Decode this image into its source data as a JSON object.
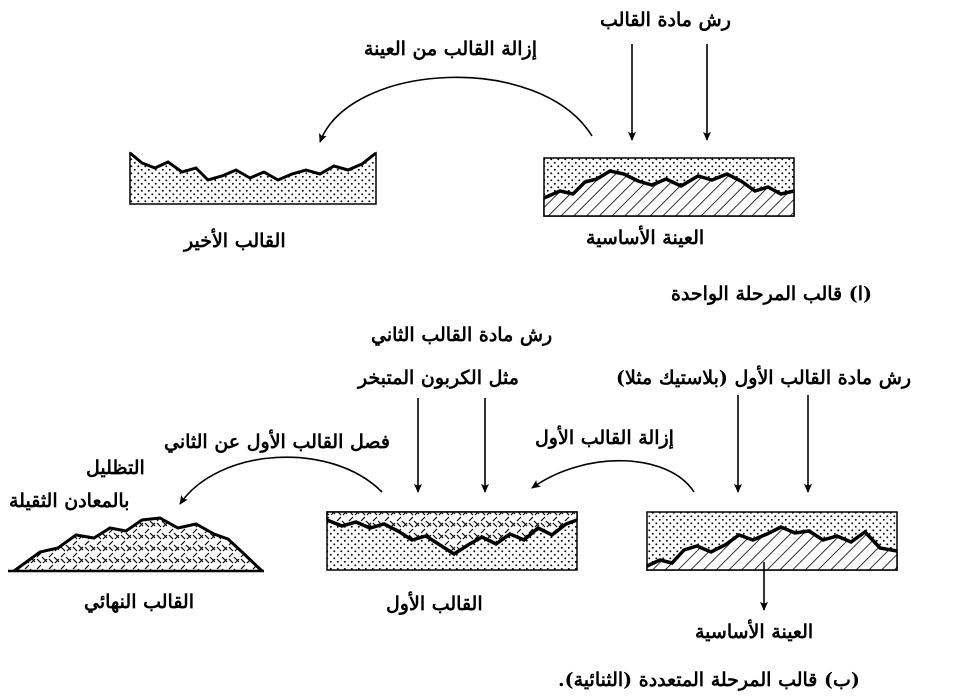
{
  "colors": {
    "ink": "#000000",
    "paper": "#ffffff"
  },
  "part_a": {
    "caption": "(ا) قالب المرحلة الواحدة",
    "spray_label": "رش مادة القالب",
    "remove_label": "إزالة القالب من العينة",
    "sample_label": "العينة الأساسية",
    "final_label": "القالب الأخير"
  },
  "part_b": {
    "caption": "(ب) قالب المرحلة المتعددة (الثنائية).",
    "spray_first_label": "رش مادة القالب الأول (بلاستيك مثلا)",
    "remove_first_label": "إزالة القالب الأول",
    "spray_second_label_1": "رش مادة القالب الثاني",
    "spray_second_label_2": "مثل الكربون المتبخر",
    "separate_label": "فصل القالب الأول عن الثاني",
    "shadow_label_1": "التظليل",
    "shadow_label_2": "بالمعادن الثقيلة",
    "sample_label": "العينة الأساسية",
    "first_replica_label": "القالب الأول",
    "final_label": "القالب النهائي"
  }
}
